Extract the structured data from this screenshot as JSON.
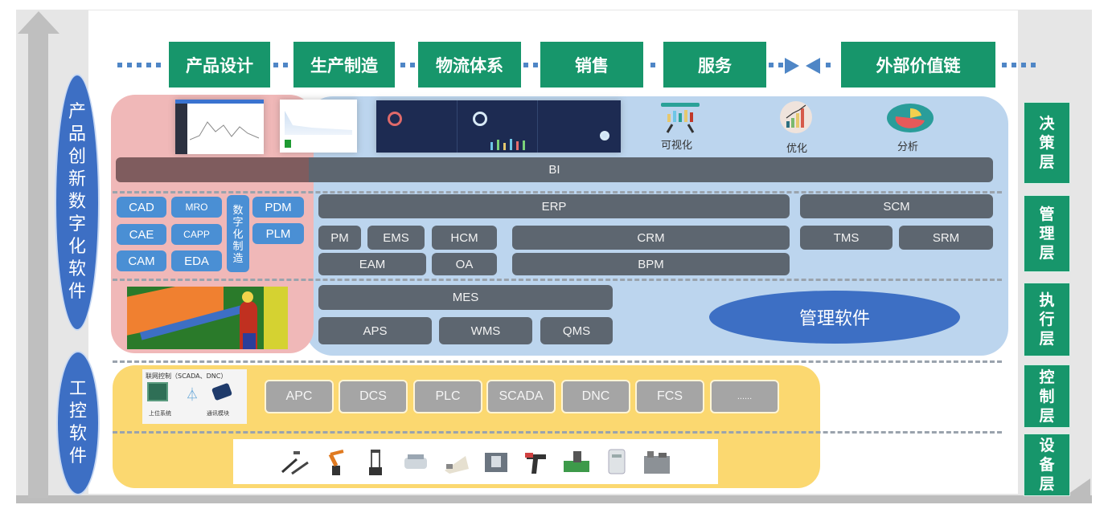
{
  "left_labels": {
    "digital_software": [
      "产",
      "品",
      "创",
      "新",
      "数",
      "字",
      "化",
      "软",
      "件"
    ],
    "control_software": [
      "工",
      "控",
      "软",
      "件"
    ]
  },
  "value_chain": {
    "stages": [
      "产品设计",
      "生产制造",
      "物流体系",
      "销售",
      "服务",
      "外部价值链"
    ]
  },
  "layers": [
    [
      "决",
      "策",
      "层"
    ],
    [
      "管",
      "理",
      "层"
    ],
    [
      "执",
      "行",
      "层"
    ],
    [
      "控",
      "制",
      "层"
    ],
    [
      "设",
      "备",
      "层"
    ]
  ],
  "decision_layer": {
    "bi_label": "BI",
    "icons": [
      {
        "name": "visualization-icon",
        "label": "可视化"
      },
      {
        "name": "optimization-icon",
        "label": "优化"
      },
      {
        "name": "analysis-icon",
        "label": "分析"
      }
    ]
  },
  "design_modules": {
    "col1": [
      "CAD",
      "CAE",
      "CAM"
    ],
    "col2": [
      "MRO",
      "CAPP",
      "EDA"
    ],
    "vertical": [
      "数",
      "字",
      "化",
      "制",
      "造"
    ],
    "col4": [
      "PDM",
      "PLM"
    ]
  },
  "management_layer": {
    "erp": "ERP",
    "scm": "SCM",
    "row2": [
      "PM",
      "EMS",
      "HCM"
    ],
    "crm": "CRM",
    "tms": "TMS",
    "srm": "SRM",
    "row3": [
      "EAM",
      "OA"
    ],
    "bpm": "BPM"
  },
  "execution_layer": {
    "mes": "MES",
    "row": [
      "APS",
      "WMS",
      "QMS"
    ],
    "mgmt_software_label": "管理软件"
  },
  "control_layer": {
    "scada_box": {
      "title": "联网控制（SCADA、DNC）",
      "label_left": "上位系统",
      "label_right": "通讯模块"
    },
    "systems": [
      "APC",
      "DCS",
      "PLC",
      "SCADA",
      "DNC",
      "FCS",
      "......"
    ]
  },
  "device_layer": {
    "devices": [
      "handheld-tools",
      "robot-arm",
      "test-machine",
      "agv",
      "cnc-machine",
      "machining-center",
      "barcode-scanner",
      "injection-machine",
      "cabinet",
      "production-line"
    ]
  },
  "colors": {
    "green": "#17966b",
    "blue_ellipse": "#3d6fc4",
    "dark_bar": "#5d6670",
    "chip_blue": "#4a8fd4",
    "pink_region": "#f0b8b8",
    "blue_region": "#bcd5ee",
    "yellow_region": "#fbd870",
    "control_chip": "#a5a5a5"
  }
}
